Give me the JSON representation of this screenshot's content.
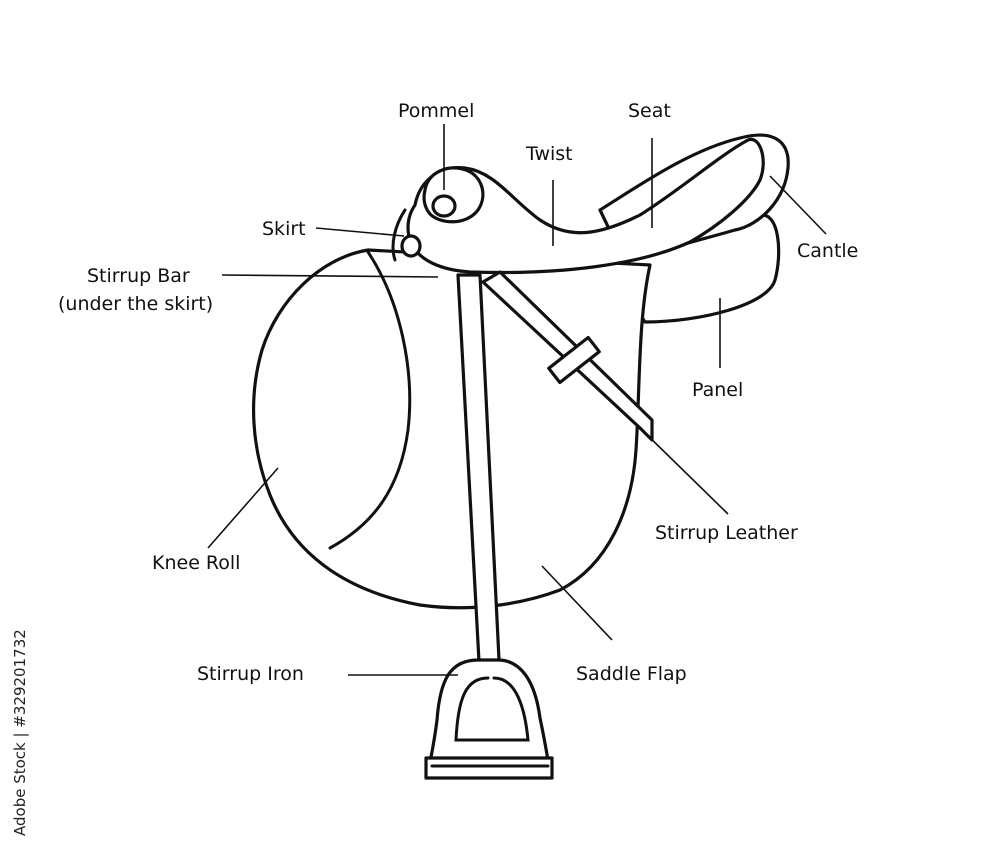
{
  "labels": {
    "pommel": "Pommel",
    "seat": "Seat",
    "twist": "Twist",
    "skirt": "Skirt",
    "stirrup_bar_line1": "Stirrup Bar",
    "stirrup_bar_line2": "(under the skirt)",
    "cantle": "Cantle",
    "panel": "Panel",
    "stirrup_leather": "Stirrup Leather",
    "knee_roll": "Knee Roll",
    "saddle_flap": "Saddle Flap",
    "stirrup_iron": "Stirrup Iron"
  },
  "stock_id": "Adobe Stock | #329201732",
  "colors": {
    "ink": "#111111",
    "background": "#ffffff"
  }
}
